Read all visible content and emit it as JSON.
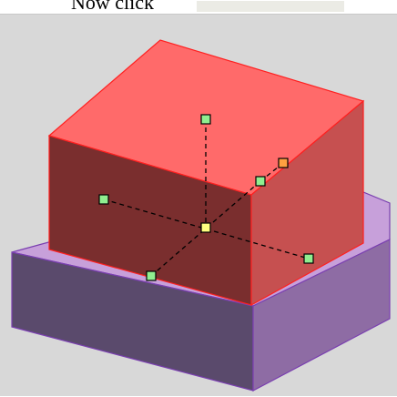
{
  "caption": {
    "text": "Now click"
  },
  "colors": {
    "viewport_bg": "#d8d8d8",
    "selected_box_top": "#ff6a6a",
    "selected_box_right": "#c65050",
    "selected_box_front": "#7a2e2e",
    "selected_edge": "#ff2020",
    "base_top": "#c7a0da",
    "base_right": "#8e6ca4",
    "base_front": "#5a4a6c",
    "base_edge": "#7a3fb0",
    "handle_normal": "#90ee90",
    "handle_center": "#ffff80",
    "handle_active": "#ffa040"
  },
  "scene": {
    "objects": [
      {
        "name": "selected-box",
        "selected": true
      },
      {
        "name": "base-slab",
        "selected": false
      }
    ],
    "handles": [
      {
        "name": "handle-up",
        "kind": "normal"
      },
      {
        "name": "handle-left",
        "kind": "normal"
      },
      {
        "name": "handle-back",
        "kind": "normal"
      },
      {
        "name": "handle-rotate",
        "kind": "active"
      },
      {
        "name": "handle-center",
        "kind": "center"
      },
      {
        "name": "handle-right",
        "kind": "normal"
      },
      {
        "name": "handle-front",
        "kind": "normal"
      }
    ]
  }
}
